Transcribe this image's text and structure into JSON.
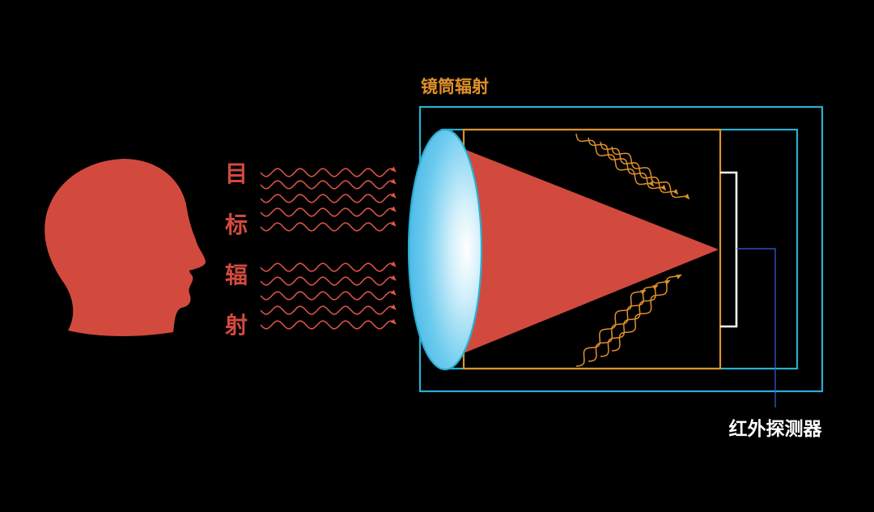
{
  "labels": {
    "target_radiation_chars": [
      "目",
      "标",
      "辐",
      "射"
    ],
    "barrel_radiation": "镜筒辐射",
    "infrared_detector": "红外探测器"
  },
  "colors": {
    "background": "#000000",
    "target_red": "#d24a3e",
    "wave_red": "#e0564a",
    "barrel_orange": "#e0902a",
    "housing_blue": "#2aaed0",
    "lens_blue": "#5cc6ee",
    "detector_white": "#ffffff",
    "leader_line": "#3a5fd6"
  },
  "icons": {
    "head": "human-head-silhouette-icon",
    "lens": "convex-lens-icon",
    "waves": "wavy-arrow-icon"
  }
}
